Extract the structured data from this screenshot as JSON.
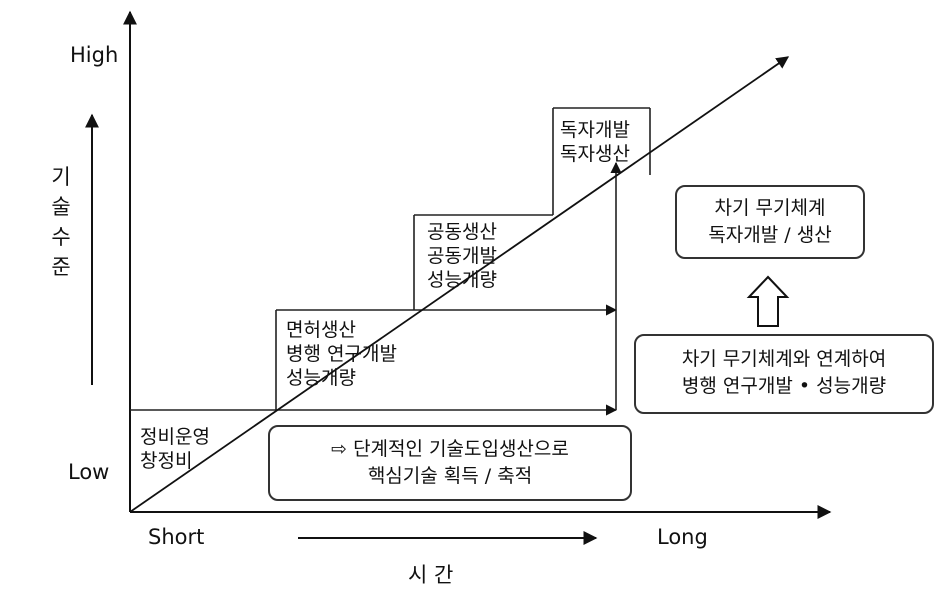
{
  "axes": {
    "y_high": "High",
    "y_low": "Low",
    "y_title_chars": [
      "기",
      "술",
      "수",
      "준"
    ],
    "x_short": "Short",
    "x_long": "Long",
    "x_title": "시 간"
  },
  "steps": [
    {
      "lines": [
        "정비운영",
        "창정비"
      ]
    },
    {
      "lines": [
        "면허생산",
        "병행 연구개발",
        "성능개량"
      ]
    },
    {
      "lines": [
        "공동생산",
        "공동개발",
        "성능개량"
      ]
    },
    {
      "lines": [
        "독자개발",
        "독자생산"
      ]
    }
  ],
  "callouts": {
    "bottom": [
      "⇨ 단계적인 기술도입생산으로",
      "핵심기술 획득 / 축적"
    ],
    "right_top": [
      "차기 무기체계",
      "독자개발 / 생산"
    ],
    "right_bottom": [
      "차기 무기체계와 연계하여",
      "병행 연구개발 • 성능개량"
    ]
  }
}
